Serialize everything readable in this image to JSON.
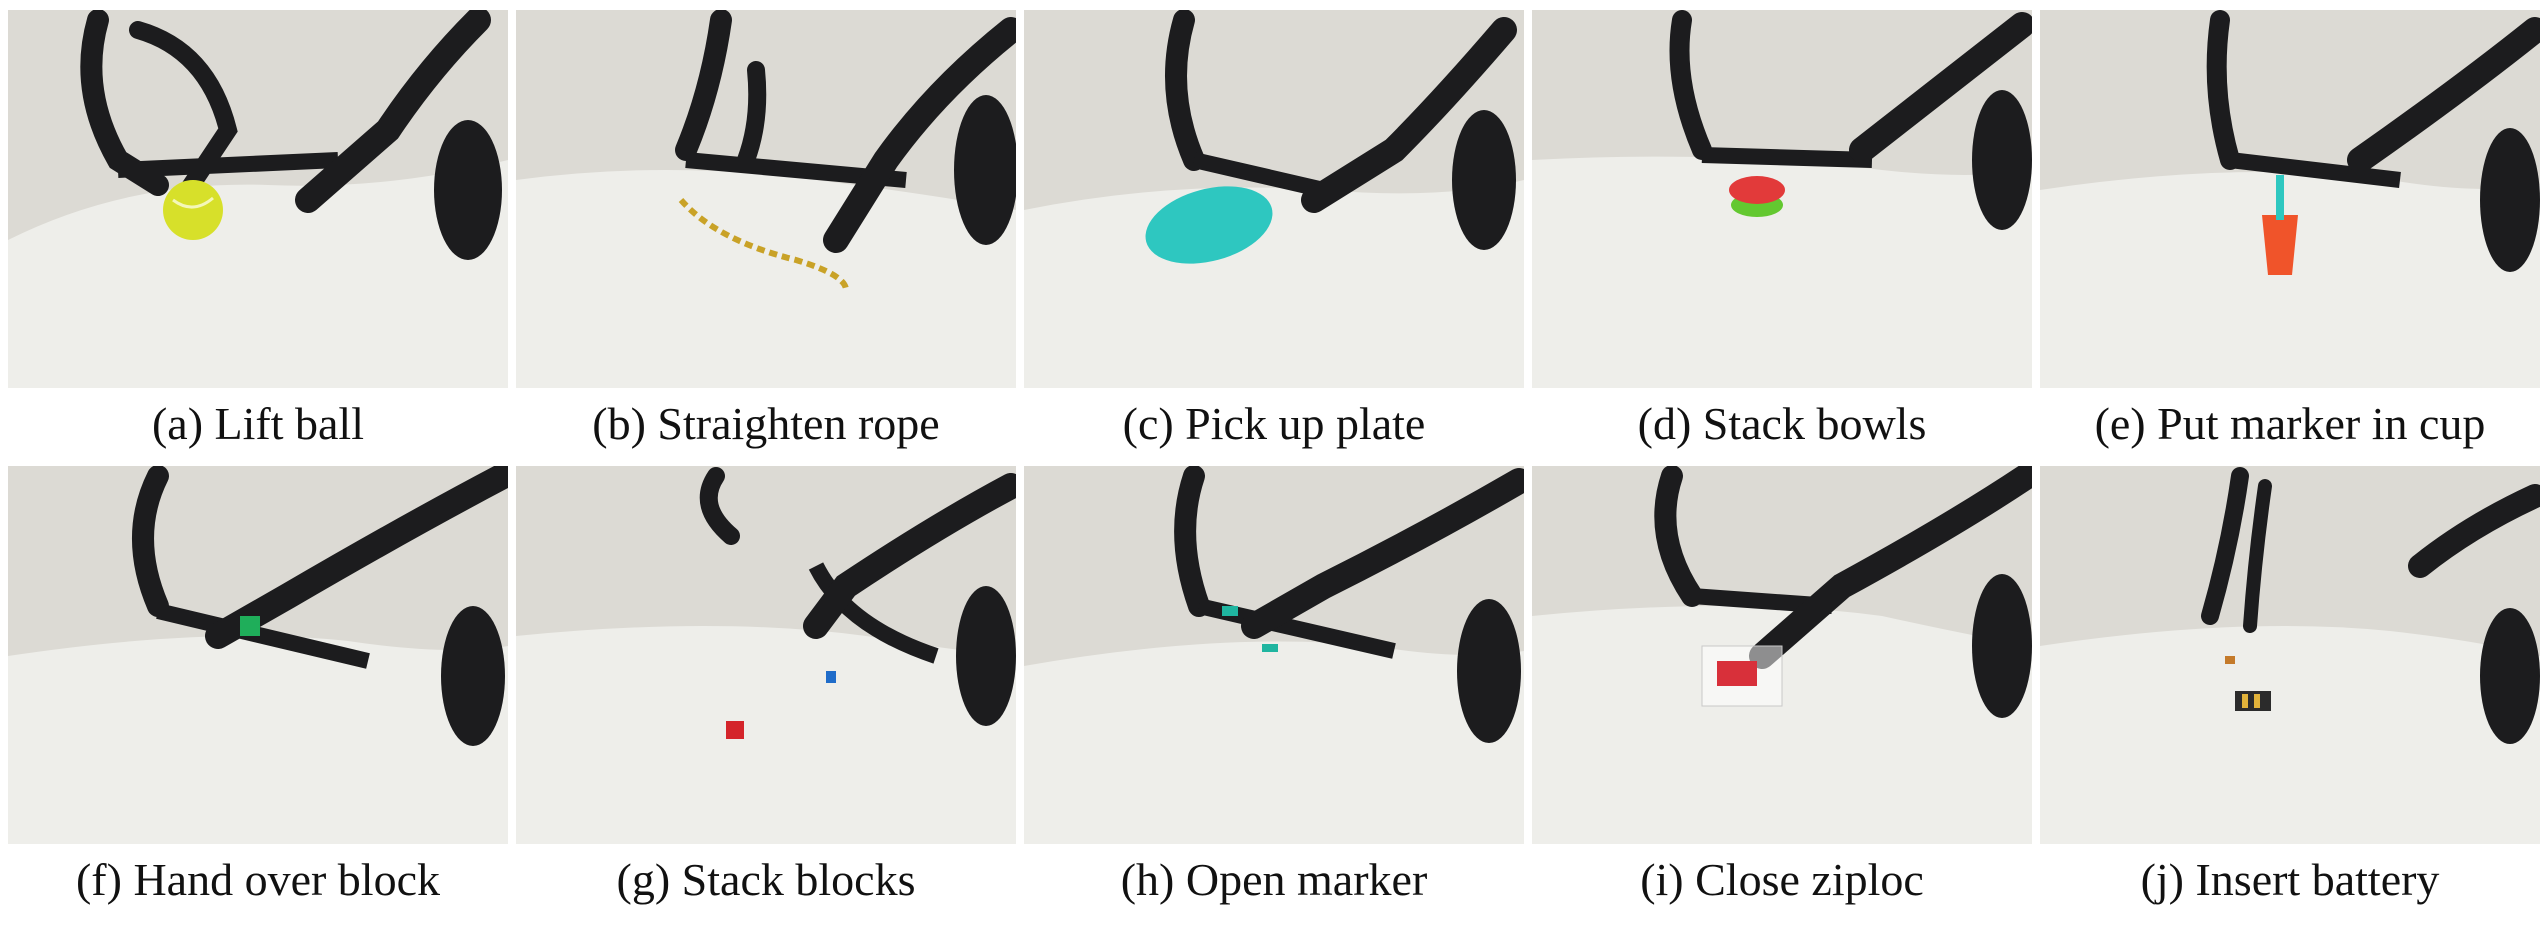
{
  "panels": [
    {
      "caption": "(a) Lift ball",
      "object_color": "#d7e02a"
    },
    {
      "caption": "(b) Straighten rope",
      "object_color": "#c9a227"
    },
    {
      "caption": "(c) Pick up plate",
      "object_color": "#2ec7c0"
    },
    {
      "caption": "(d) Stack bowls",
      "object_color": "#e23a3a"
    },
    {
      "caption": "(e) Put marker in cup",
      "object_color": "#f0542a"
    },
    {
      "caption": "(f) Hand over block",
      "object_color": "#1fae5a"
    },
    {
      "caption": "(g) Stack blocks",
      "object_color": "#d4242a"
    },
    {
      "caption": "(h) Open marker",
      "object_color": "#1fb5a0"
    },
    {
      "caption": "(i) Close ziploc",
      "object_color": "#d8303a"
    },
    {
      "caption": "(j) Insert battery",
      "object_color": "#c47a2a"
    }
  ],
  "colors": {
    "wall": "#dcdad4",
    "table": "#eeeeea",
    "robot": "#1c1c1e"
  }
}
